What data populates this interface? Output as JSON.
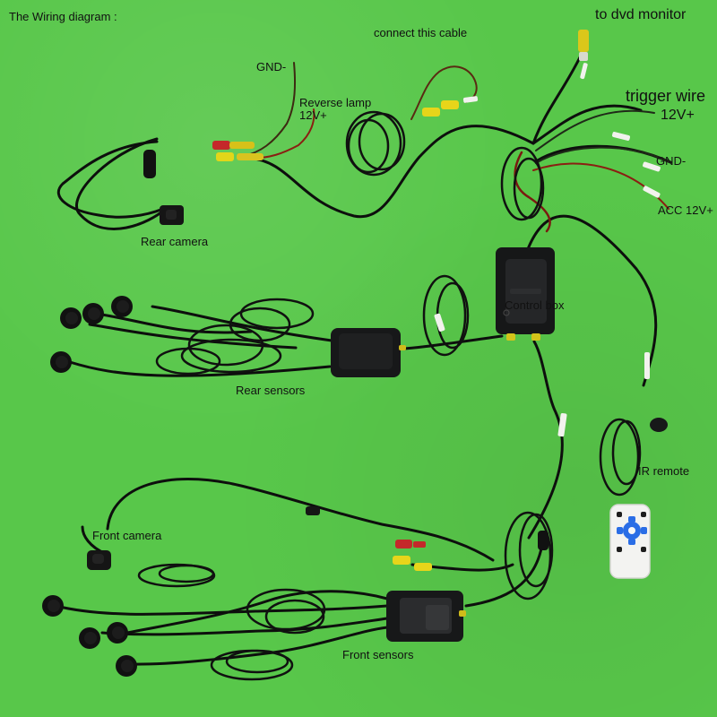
{
  "title": "The Wiring diagram :",
  "labels": {
    "connect_cable": "connect this cable",
    "gnd_left": "GND-",
    "reverse_lamp_1": "Reverse lamp",
    "reverse_lamp_2": "12V+",
    "to_dvd_monitor": "to dvd monitor",
    "trigger_wire_1": "trigger wire",
    "trigger_wire_2": "12V+",
    "gnd_right": "GND-",
    "acc": "ACC 12V+",
    "rear_camera": "Rear camera",
    "control_box": "Control box",
    "rear_sensors": "Rear sensors",
    "ir_remote": "IR remote",
    "front_camera": "Front camera",
    "front_sensors": "Front sensors"
  },
  "colors": {
    "background": "#58c74a",
    "cable": "#0d0f0d",
    "red_wire": "#8a1f12",
    "rca_yellow": "#e7d51a",
    "rca_red": "#c4282a"
  }
}
